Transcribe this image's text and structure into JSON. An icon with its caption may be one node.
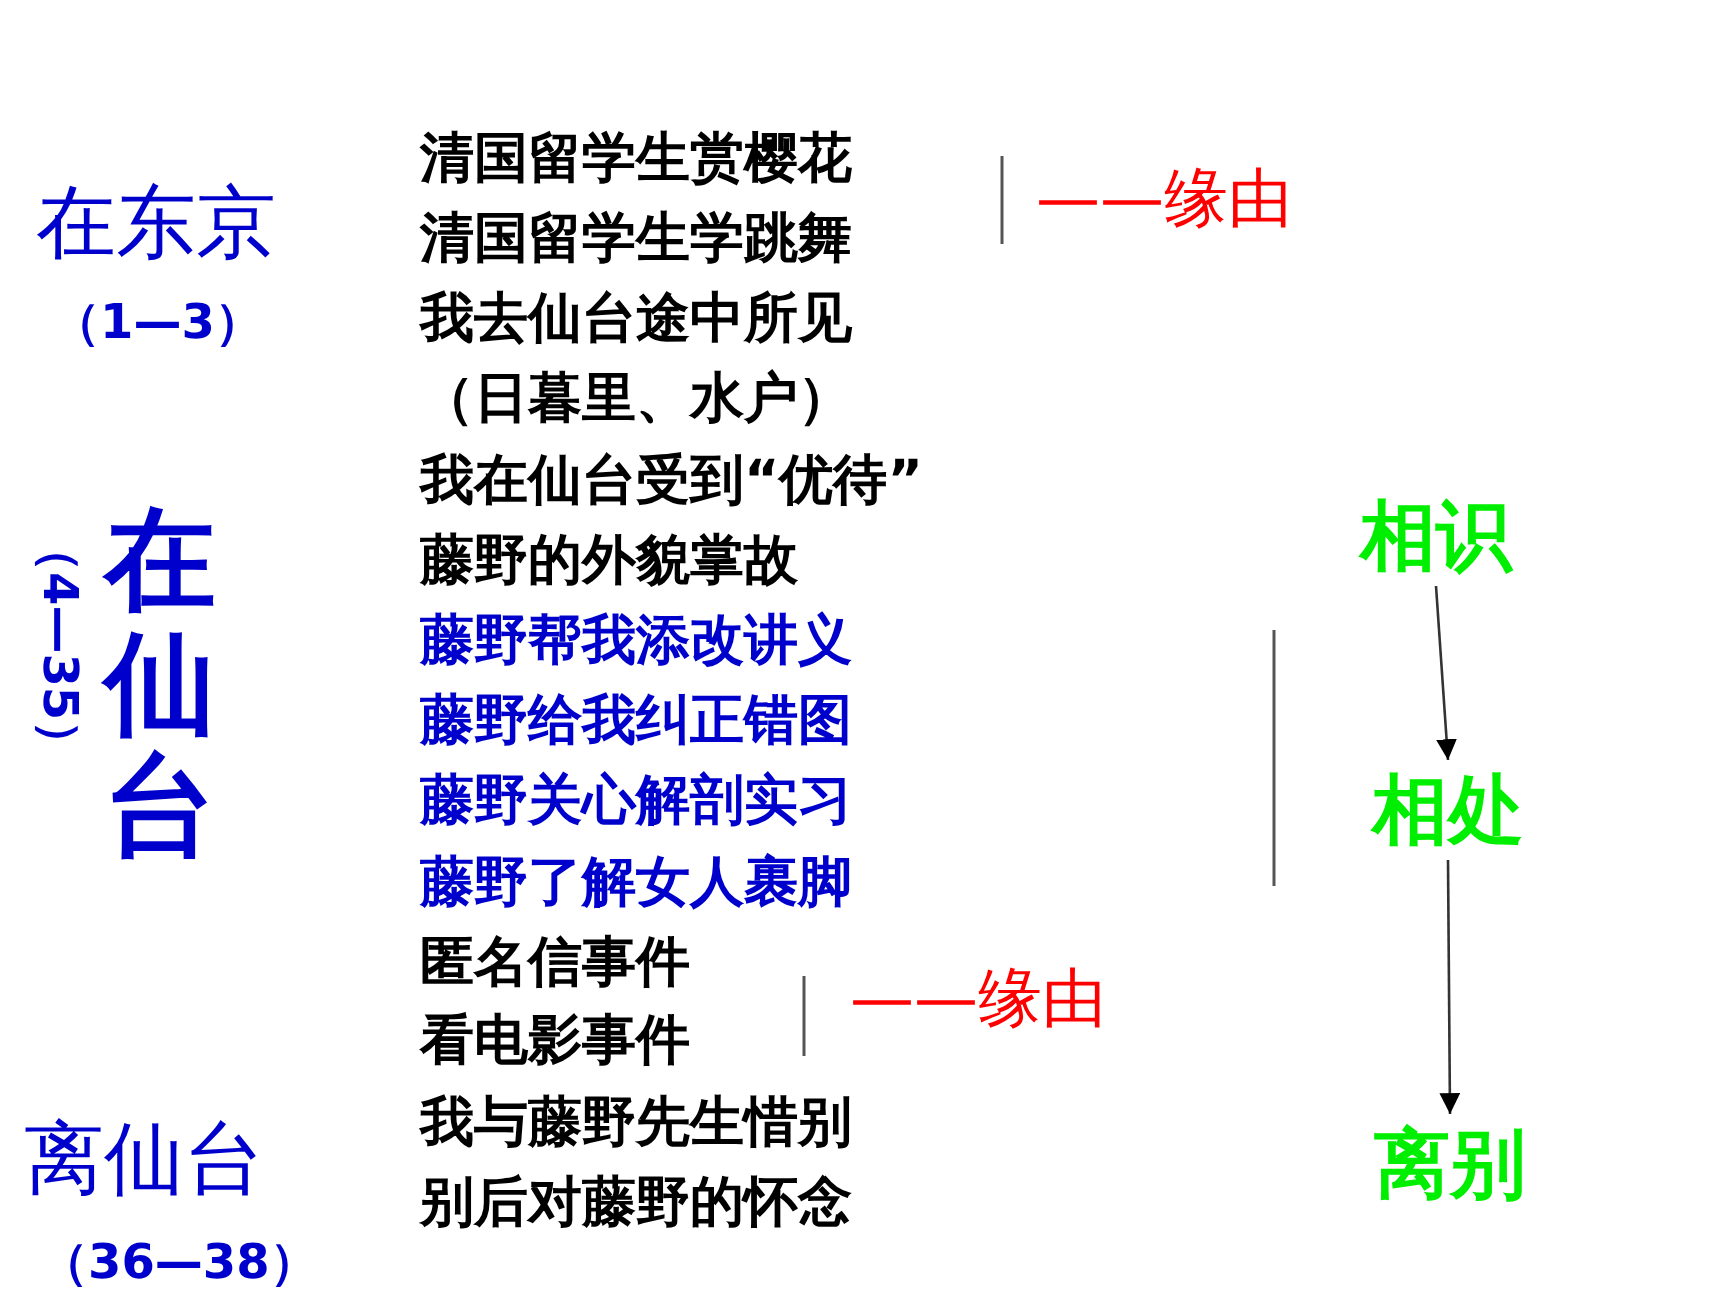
{
  "diagram": {
    "nodes": [
      {
        "text": [
          "相识"
        ]
      },
      {
        "text": [
          "相处"
        ]
      },
      {
        "text": [
          "离别"
        ]
      }
    ],
    "edges": [
      {
        "from": 0,
        "to": 1,
        "arrow": "to"
      },
      {
        "from": 1,
        "to": 2,
        "arrow": "to"
      }
    ],
    "labels": [
      "在东京",
      "（1—3）",
      "清国留学生赏樱花",
      "清国留学生学跳舞",
      "——缘由",
      "我去仙台途中所见",
      "（日暮里、水户）",
      "我在仙台受到“优待”",
      "藤野的外貌掌故",
      "在仙台",
      "（4—35）",
      "藤野帮我添改讲义",
      "藤野给我纠正错图",
      "藤野关心解剖实习",
      "藤野了解女人裹脚",
      "匿名信事件",
      "看电影事件",
      "——缘由",
      "离仙台",
      "我与藤野先生惜别",
      "别后对藤野的怀念",
      "（36—38）"
    ]
  }
}
